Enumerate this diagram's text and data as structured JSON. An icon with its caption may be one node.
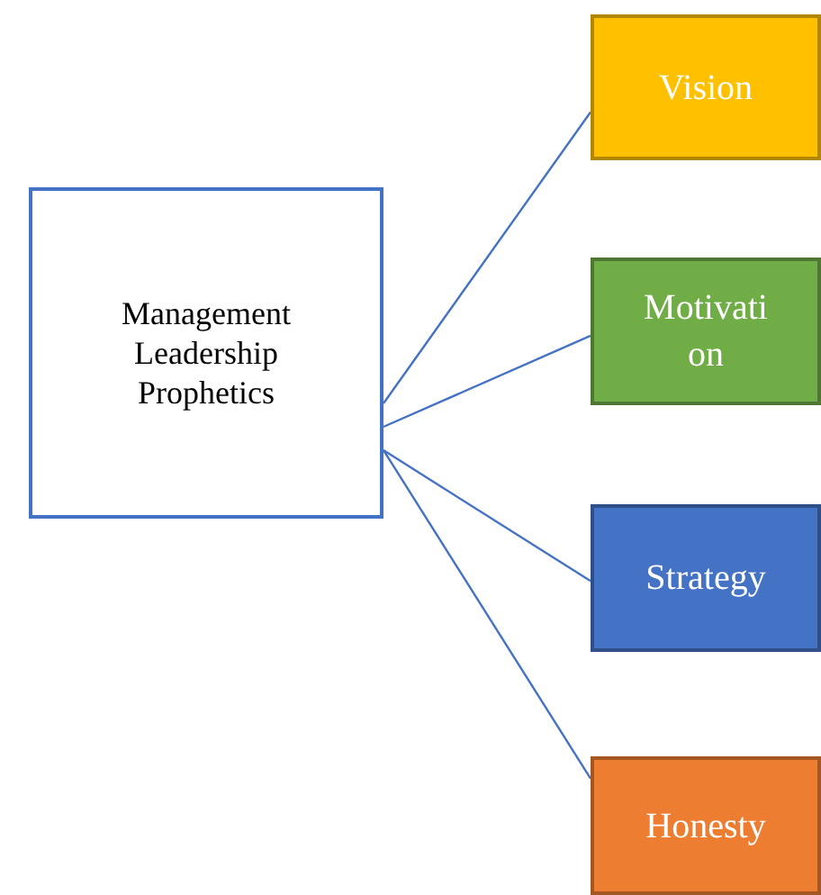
{
  "diagram": {
    "nodes": [
      {
        "text": [
          "Management Leadership Prophetics"
        ]
      },
      {
        "text": [
          "Vision"
        ]
      },
      {
        "text": [
          "Motivation"
        ]
      },
      {
        "text": [
          "Strategy"
        ]
      },
      {
        "text": [
          "Honesty"
        ]
      }
    ],
    "edges": [
      {
        "from": 0,
        "to": 1,
        "arrow": "none"
      },
      {
        "from": 0,
        "to": 2,
        "arrow": "none"
      },
      {
        "from": 0,
        "to": 3,
        "arrow": "none"
      },
      {
        "from": 0,
        "to": 4,
        "arrow": "none"
      }
    ]
  }
}
